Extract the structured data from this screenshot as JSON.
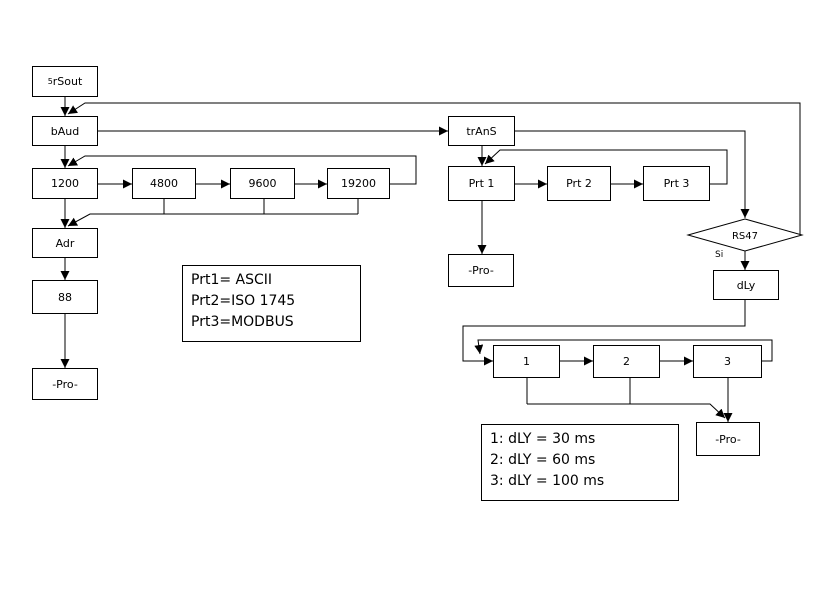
{
  "nodes": {
    "rsout": {
      "sup": "5",
      "text": "rSout"
    },
    "baud": "bAud",
    "b1200": "1200",
    "b4800": "4800",
    "b9600": "9600",
    "b19200": "19200",
    "adr": "Adr",
    "addr88": "88",
    "pro_left": "-Pro-",
    "trans": "trAnS",
    "prt1": "Prt 1",
    "prt2": "Prt 2",
    "prt3": "Prt 3",
    "pro_mid": "-Pro-",
    "rs47": "RS47",
    "si": "Si",
    "dly": "dLy",
    "d1": "1",
    "d2": "2",
    "d3": "3",
    "pro_right": "-Pro-"
  },
  "legend_protocols": [
    "Prt1= ASCII",
    "Prt2=ISO 1745",
    "Prt3=MODBUS"
  ],
  "legend_delays": [
    "1: dLY = 30 ms",
    "2: dLY = 60 ms",
    "3: dLY = 100 ms"
  ],
  "colors": {
    "line": "#000000",
    "background": "#ffffff"
  }
}
